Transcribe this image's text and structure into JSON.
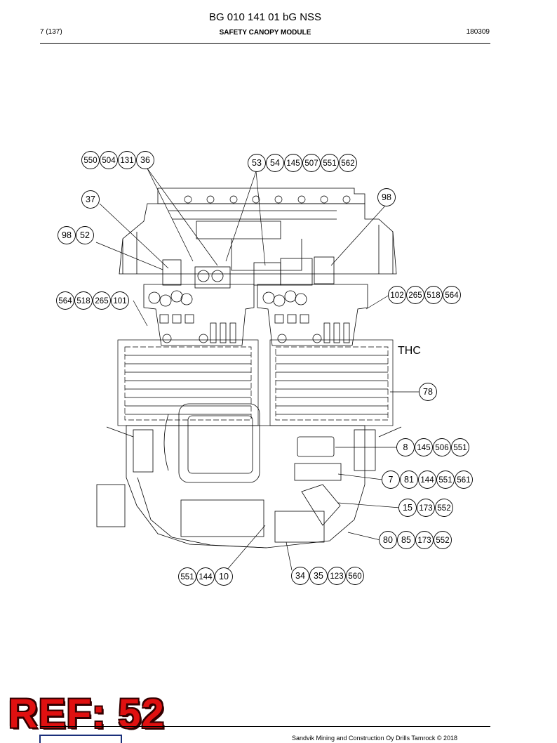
{
  "header": {
    "doc_number": "BG 010 141 01 bG NSS",
    "page": "7 (137)",
    "module_title": "SAFETY CANOPY MODULE",
    "date": "180309"
  },
  "drawing": {
    "label_thc": "THC",
    "callout_groups": [
      {
        "id": "g550",
        "numbers": [
          "550",
          "504",
          "131",
          "36"
        ]
      },
      {
        "id": "g53",
        "numbers": [
          "53",
          "54",
          "145",
          "507",
          "551",
          "562"
        ]
      },
      {
        "id": "g37",
        "numbers": [
          "37"
        ]
      },
      {
        "id": "g98r",
        "numbers": [
          "98"
        ]
      },
      {
        "id": "g98l",
        "numbers": [
          "98",
          "52"
        ]
      },
      {
        "id": "g564",
        "numbers": [
          "564",
          "518",
          "265",
          "101"
        ]
      },
      {
        "id": "g102",
        "numbers": [
          "102",
          "265",
          "518",
          "564"
        ]
      },
      {
        "id": "g78",
        "numbers": [
          "78"
        ]
      },
      {
        "id": "g8",
        "numbers": [
          "8",
          "145",
          "506",
          "551"
        ]
      },
      {
        "id": "g7",
        "numbers": [
          "7",
          "81",
          "144",
          "551",
          "561"
        ]
      },
      {
        "id": "g15",
        "numbers": [
          "15",
          "173",
          "552"
        ]
      },
      {
        "id": "g80",
        "numbers": [
          "80",
          "85",
          "173",
          "552"
        ]
      },
      {
        "id": "g551",
        "numbers": [
          "551",
          "144",
          "10"
        ]
      },
      {
        "id": "g34",
        "numbers": [
          "34",
          "35",
          "123",
          "560"
        ]
      }
    ]
  },
  "stamp": "REF: 52",
  "footer": {
    "copyright": "Sandvik Mining and Construction Oy Drills Tamrock © 2018"
  }
}
